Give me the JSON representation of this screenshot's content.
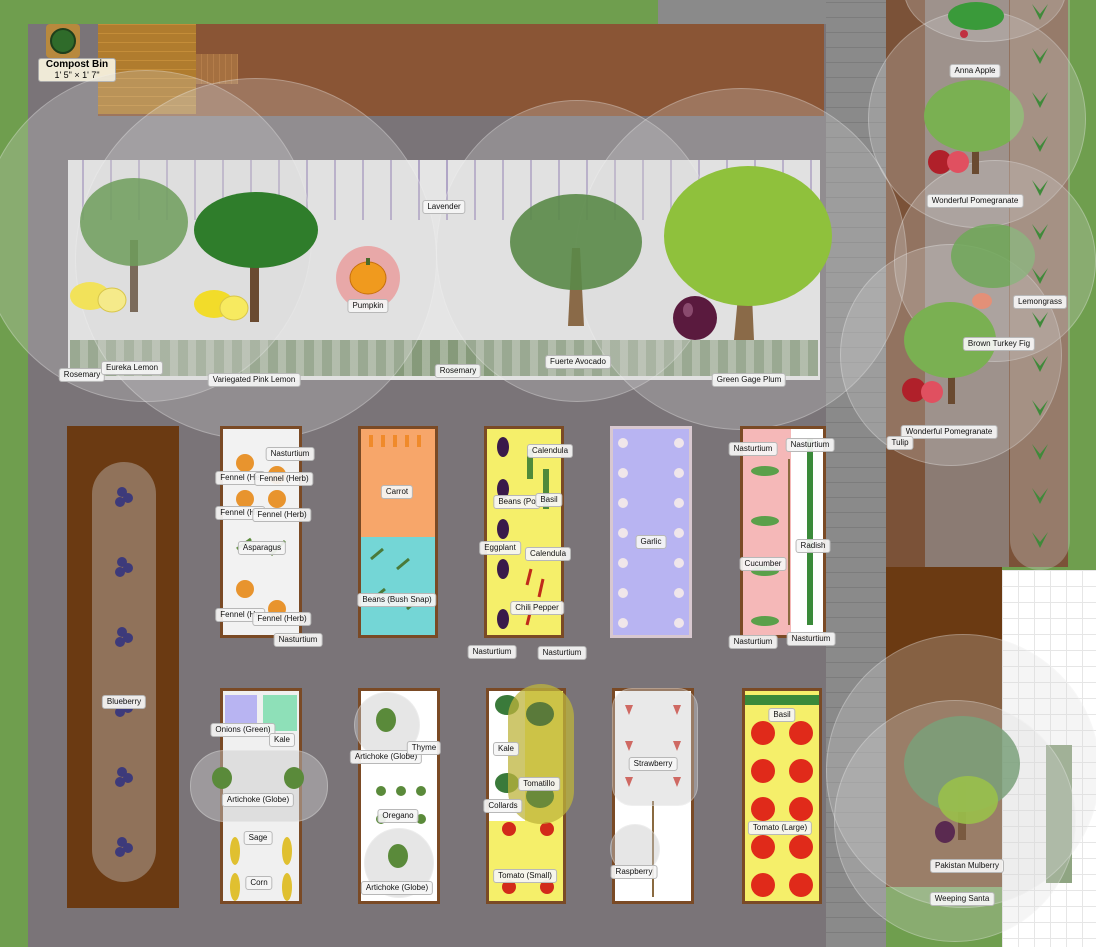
{
  "compost": {
    "title": "Compost Bin",
    "dims": "1' 5\" × 1' 7\""
  },
  "labels": {
    "lavender": "Lavender",
    "rosemary": "Rosemary",
    "eureka_lemon": "Eureka Lemon",
    "variegated_pink_lemon": "Variegated Pink Lemon",
    "pumpkin": "Pumpkin",
    "fuerte_avocado": "Fuerte Avocado",
    "green_gage_plum": "Green Gage Plum",
    "anna_apple": "Anna Apple",
    "wonderful_pomegranate": "Wonderful Pomegranate",
    "lemongrass": "Lemongrass",
    "brown_turkey_fig": "Brown Turkey Fig",
    "tulip": "Tulip",
    "blueberry": "Blueberry",
    "nasturtium": "Nasturtium",
    "fennel_herb": "Fennel (Herb)",
    "fennel_he": "Fennel (He",
    "asparagus": "Asparagus",
    "carrot": "Carrot",
    "beans_bush_snap": "Beans (Bush Snap)",
    "calendula": "Calendula",
    "beans_po": "Beans (Po",
    "basil": "Basil",
    "eggplant": "Eggplant",
    "chili_pepper": "Chili Pepper",
    "garlic": "Garlic",
    "radish": "Radish",
    "cucumber": "Cucumber",
    "onions_green": "Onions (Green)",
    "kale": "Kale",
    "artichoke_globe": "Artichoke (Globe)",
    "sage": "Sage",
    "corn": "Corn",
    "thyme": "Thyme",
    "oregano": "Oregano",
    "tomatillo": "Tomatillo",
    "collards": "Collards",
    "tomato_small": "Tomato (Small)",
    "strawberry": "Strawberry",
    "raspberry": "Raspberry",
    "tomato_large": "Tomato (Large)",
    "pakistan_mulberry": "Pakistan Mulberry",
    "weeping_santa": "Weeping Santa"
  },
  "colors": {
    "grass": "#6f9e4e",
    "path": "#7a7478",
    "soil": "#8a5535",
    "paving": "#8c8c8c",
    "bed_frame": "#7a4a25"
  }
}
